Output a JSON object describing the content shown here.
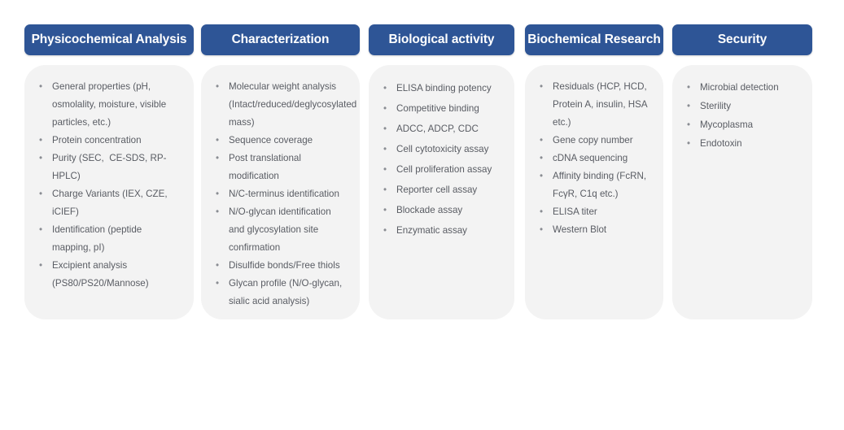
{
  "accent_color": "#2E5596",
  "card_background": "#F3F3F3",
  "text_color": "#595C63",
  "page_background": "#FFFFFF",
  "bullet_glyph": "•",
  "columns": [
    {
      "header": "Physicochemical Analysis",
      "items": [
        "General properties (pH, osmolality, moisture, visible particles, etc.)",
        "Protein concentration",
        "Purity (SEC,  CE-SDS, RP-HPLC)",
        "Charge Variants (IEX, CZE, iCIEF)",
        "Identification (peptide mapping, pI)",
        "Excipient analysis (PS80/PS20/Mannose)"
      ]
    },
    {
      "header": "Characterization",
      "items": [
        "Molecular weight analysis (Intact/reduced/deglycosylated mass)",
        "Sequence coverage",
        "Post translational modification",
        "N/C-terminus identification",
        "N/O-glycan identification and glycosylation site confirmation",
        "Disulfide bonds/Free thiols",
        "Glycan profile (N/O-glycan, sialic acid analysis)"
      ]
    },
    {
      "header": "Biological activity",
      "items": [
        "ELISA binding potency",
        "Competitive binding",
        "ADCC, ADCP, CDC",
        "Cell cytotoxicity assay",
        "Cell proliferation assay",
        "Reporter cell assay",
        "Blockade assay",
        "Enzymatic assay"
      ]
    },
    {
      "header": "Biochemical Research",
      "items": [
        "Residuals (HCP, HCD, Protein A, insulin, HSA etc.)",
        "Gene copy number",
        "cDNA sequencing",
        "Affinity binding (FcRN, FcγR, C1q etc.)",
        "ELISA titer",
        "Western Blot"
      ]
    },
    {
      "header": "Security",
      "items": [
        "Microbial detection",
        "Sterility",
        "Mycoplasma",
        "Endotoxin"
      ]
    }
  ]
}
